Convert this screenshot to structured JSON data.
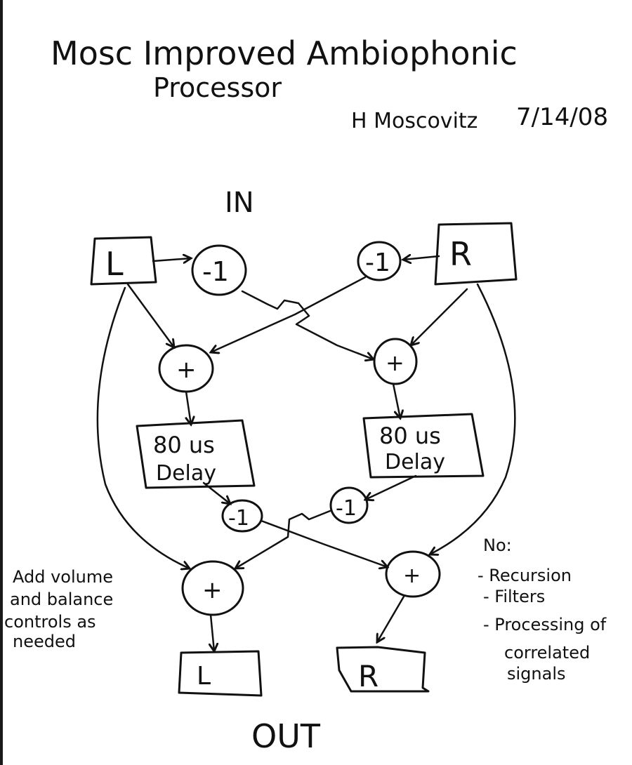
{
  "header": {
    "title_line1": "Mosc Improved Ambiophonic",
    "title_line2": "Processor",
    "author": "H Moscovitz",
    "date": "7/14/08"
  },
  "labels": {
    "input": "IN",
    "output": "OUT"
  },
  "nodes": {
    "in_left": "L",
    "in_right": "R",
    "invert_top_left": "-1",
    "invert_top_right": "-1",
    "sum_mid_left": "+",
    "sum_mid_right": "+",
    "delay_left_line1": "80 us",
    "delay_left_line2": "Delay",
    "delay_right_line1": "80 us",
    "delay_right_line2": "Delay",
    "invert_bottom_left": "-1",
    "invert_bottom_right": "-1",
    "sum_out_left": "+",
    "sum_out_right": "+",
    "out_left": "L",
    "out_right": "R"
  },
  "notes": {
    "left": [
      "Add volume",
      "and balance",
      "controls as",
      "needed"
    ],
    "right_heading": "No:",
    "right_items": [
      "- Recursion",
      "- Filters",
      "- Processing of",
      "correlated",
      "signals"
    ]
  },
  "colors": {
    "ink": "#111111",
    "paper": "#ffffff"
  }
}
